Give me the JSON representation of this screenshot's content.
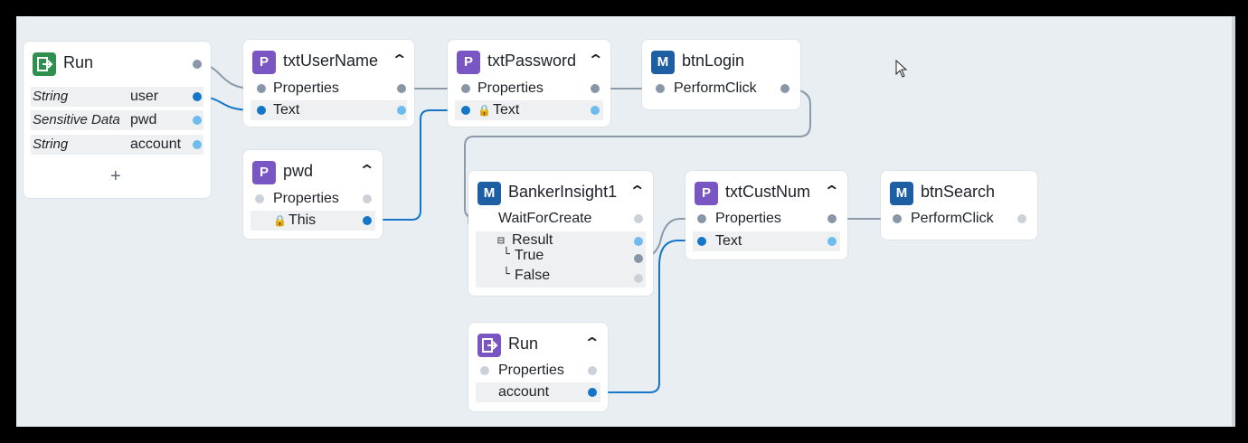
{
  "nodes": {
    "run_main": {
      "title": "Run",
      "vars": [
        {
          "type": "String",
          "name": "user"
        },
        {
          "type": "Sensitive Data",
          "name": "pwd"
        },
        {
          "type": "String",
          "name": "account"
        }
      ],
      "add_label": "+"
    },
    "txtUserName": {
      "badge": "P",
      "title": "txtUserName",
      "rows": [
        "Properties",
        "Text"
      ]
    },
    "txtPassword": {
      "badge": "P",
      "title": "txtPassword",
      "rows": [
        "Properties",
        "Text"
      ]
    },
    "btnLogin": {
      "badge": "M",
      "title": "btnLogin",
      "rows": [
        "PerformClick"
      ]
    },
    "pwd": {
      "badge": "P",
      "title": "pwd",
      "rows": [
        "Properties",
        "This"
      ]
    },
    "bankerInsight": {
      "badge": "M",
      "title": "BankerInsight1",
      "rows": [
        "WaitForCreate",
        "Result",
        "True",
        "False"
      ]
    },
    "txtCustNum": {
      "badge": "P",
      "title": "txtCustNum",
      "rows": [
        "Properties",
        "Text"
      ]
    },
    "btnSearch": {
      "badge": "M",
      "title": "btnSearch",
      "rows": [
        "PerformClick"
      ]
    },
    "run_second": {
      "title": "Run",
      "rows": [
        "Properties",
        "account"
      ]
    }
  },
  "icons": {
    "run_main_icon": "exit-arrow-icon",
    "collapse": "chevron-up-icon",
    "lock": "lock-icon",
    "tree_toggle": "minus-box-icon",
    "cursor": "mouse-pointer-icon"
  },
  "colors": {
    "canvas": "#e9eef3",
    "property_badge": "#7a56c4",
    "method_badge": "#1e5fa3",
    "run_badge": "#2f8f4d",
    "wire_gray": "#8b99a9",
    "wire_blue": "#1576c8"
  }
}
